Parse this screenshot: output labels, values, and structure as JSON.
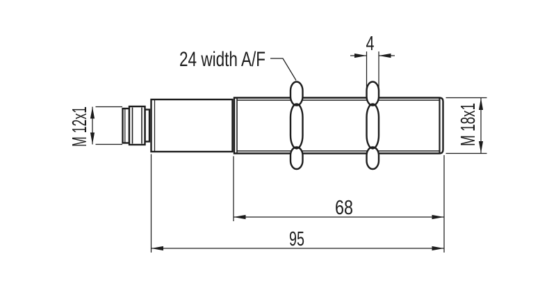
{
  "drawing": {
    "background_color": "#ffffff",
    "line_color": "#1c1c1c",
    "labels": {
      "connector_thread": "M 12x1",
      "nut_across_flats": "24 width A/F",
      "nut_thickness": "4",
      "barrel_thread": "M 18x1",
      "thread_length": "68",
      "overall_length": "95"
    }
  }
}
